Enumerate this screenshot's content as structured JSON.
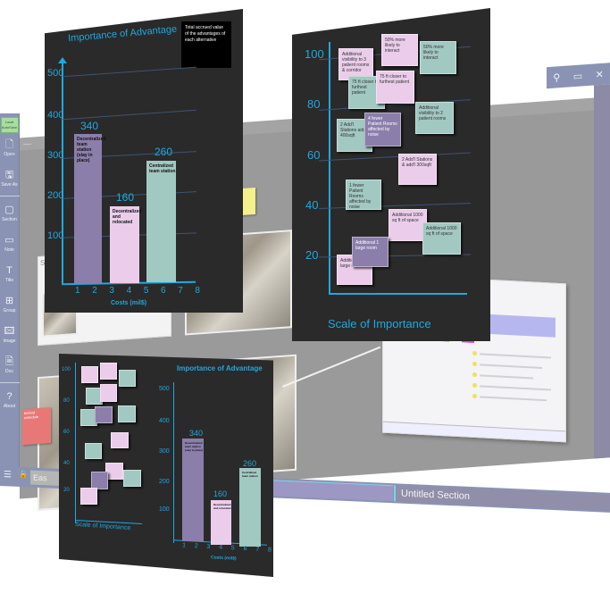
{
  "app": {
    "autosave_label": "Local AutoSave",
    "sidebar": [
      {
        "icon": "open-icon",
        "glyph": "🗋",
        "label": "Open"
      },
      {
        "icon": "save-as-icon",
        "glyph": "🖫",
        "label": "Save As"
      },
      {
        "icon": "section-icon",
        "glyph": "▢",
        "label": "Section"
      },
      {
        "icon": "note-icon",
        "glyph": "▭",
        "label": "Note"
      },
      {
        "icon": "title-icon",
        "glyph": "T",
        "label": "Title"
      },
      {
        "icon": "group-icon",
        "glyph": "⊞",
        "label": "Group"
      },
      {
        "icon": "image-icon",
        "glyph": "🖾",
        "label": "Image"
      },
      {
        "icon": "doc-icon",
        "glyph": "🗎",
        "label": "Doc"
      },
      {
        "icon": "about-icon",
        "glyph": "?",
        "label": "About"
      }
    ],
    "topbar_controls": [
      "—",
      "|◁"
    ],
    "window_controls": [
      {
        "icon": "search-icon",
        "glyph": "⚲"
      },
      {
        "icon": "restore-icon",
        "glyph": "▭"
      },
      {
        "icon": "close-icon",
        "glyph": "✕"
      }
    ],
    "bottom_bar": {
      "menu_glyph": "☰",
      "lock_glyph": "🔓",
      "search_text": "Eas",
      "section_tab_label": "Untitled Section"
    },
    "canvas": {
      "site_card_title": "Sit",
      "notes": [
        {
          "text": "behind schedule",
          "color": "#e87878"
        },
        {
          "text": "",
          "color": "#f4f08a"
        },
        {
          "text": "",
          "color": "#78e8a8"
        }
      ]
    }
  },
  "colors": {
    "sidebar": "#8a93b3",
    "canvas": "#9a9a9a",
    "panel_bg": "#2a2a2a",
    "axis": "#1fa8e0",
    "bar_purple": "#8b7eab",
    "bar_pink": "#ebcdeb",
    "bar_teal": "#a2c8c2",
    "accent_tab": "#7fd2ea"
  },
  "chart_data": [
    {
      "type": "bar",
      "title": "Importance of Advantage",
      "annotation": "Total accrued value of the advantages of each alternative",
      "xlabel": "Costs (mil$)",
      "ylabel": "",
      "x_ticks": [
        "1",
        "2",
        "3",
        "4",
        "5",
        "6",
        "7",
        "8"
      ],
      "y_ticks": [
        "100",
        "200",
        "300",
        "400",
        "500"
      ],
      "ylim": [
        0,
        500
      ],
      "bars": [
        {
          "label": "Decentralized team station (stay in place)",
          "value": 340,
          "x_range": [
            1,
            2
          ],
          "color": "#8b7eab"
        },
        {
          "label": "Decentralized and relocated",
          "value": 160,
          "x_range": [
            3.5,
            4.5
          ],
          "color": "#ebcdeb"
        },
        {
          "label": "Centralized team station",
          "value": 260,
          "x_range": [
            5.5,
            7
          ],
          "color": "#a2c8c2"
        }
      ]
    },
    {
      "type": "scatter",
      "title": "Scale of Importance",
      "y_ticks": [
        "20",
        "40",
        "60",
        "80",
        "100"
      ],
      "ylim": [
        0,
        110
      ],
      "items": [
        {
          "text": "Additional visibility to 3 patient rooms & corridor",
          "y": 97,
          "color": "pink"
        },
        {
          "text": "50% more likely to interact",
          "y": 101,
          "color": "pink"
        },
        {
          "text": "50% more likely to interact",
          "y": 98,
          "color": "teal"
        },
        {
          "text": "75 ft closer to furthest patient",
          "y": 84,
          "color": "teal"
        },
        {
          "text": "75 ft closer to furthest patient",
          "y": 88,
          "color": "pink"
        },
        {
          "text": "Additional visibility to 2 patient rooms",
          "y": 76,
          "color": "teal"
        },
        {
          "text": "2 Add'l Stations add'l 400sqft",
          "y": 66,
          "color": "teal"
        },
        {
          "text": "4 fewer Patient Rooms affected by noise",
          "y": 70,
          "color": "purple"
        },
        {
          "text": "2 Add'l Stations & add'l 300sqft",
          "y": 58,
          "color": "pink"
        },
        {
          "text": "1 fewer Patient Rooms affected by noise",
          "y": 42,
          "color": "teal"
        },
        {
          "text": "Additional 1000 sq ft of space",
          "y": 30,
          "color": "pink"
        },
        {
          "text": "Additional 1000 sq ft of space",
          "y": 25,
          "color": "teal"
        },
        {
          "text": "Additional 1 large room",
          "y": 24,
          "color": "purple"
        },
        {
          "text": "Additional 1 large room",
          "y": 16,
          "color": "pink"
        }
      ]
    }
  ],
  "panel_a": {
    "title": "Importance of Advantage",
    "annotation": "Total accrued value of the advantages of each alternative",
    "y_ticks": [
      "500",
      "400",
      "300",
      "200",
      "100"
    ],
    "x_ticks": [
      "1",
      "2",
      "3",
      "4",
      "5",
      "6",
      "7",
      "8"
    ],
    "xlabel": "Costs (mil$)",
    "bars": [
      {
        "value": "340",
        "label": "Decentralized team station (stay in place)"
      },
      {
        "value": "160",
        "label": "Decentralized and relocated"
      },
      {
        "value": "260",
        "label": "Centralized team station"
      }
    ]
  },
  "panel_b": {
    "y_ticks": [
      "100",
      "80",
      "60",
      "40",
      "20"
    ],
    "xlabel": "Scale of Importance",
    "notes": [
      "Additional visibility to 3 patient rooms & corridor",
      "50% more likely to interact",
      "50% more likely to interact",
      "75 ft closer to furthest patient",
      "75 ft closer to furthest patient",
      "Additional visibility to 2 patient rooms",
      "2 Add'l Stations add'l 400sqft",
      "4 fewer Patient Rooms affected by noise",
      "2 Add'l Stations & add'l 300sqft",
      "1 fewer Patient Rooms affected by noise",
      "Additional 1000 sq ft of space",
      "Additional 1000 sq ft of space",
      "Additional 1 large room",
      "Additional 1 large room"
    ]
  },
  "panel_c": {
    "scale_y_ticks": [
      "100",
      "80",
      "60",
      "40",
      "20"
    ],
    "scale_label": "Scale of Importance",
    "bar_title": "Importance of Advantage",
    "bar_y_ticks": [
      "500",
      "400",
      "300",
      "200",
      "100"
    ],
    "bar_x_ticks": [
      "1",
      "2",
      "3",
      "4",
      "5",
      "6",
      "7",
      "8"
    ],
    "bar_xlabel": "Costs (mil$)",
    "bar_values": [
      "340",
      "160",
      "260"
    ],
    "bar_labels": [
      "Decentralized team station (stay in place)",
      "Decentralized and relocated",
      "Centralized team station"
    ]
  }
}
